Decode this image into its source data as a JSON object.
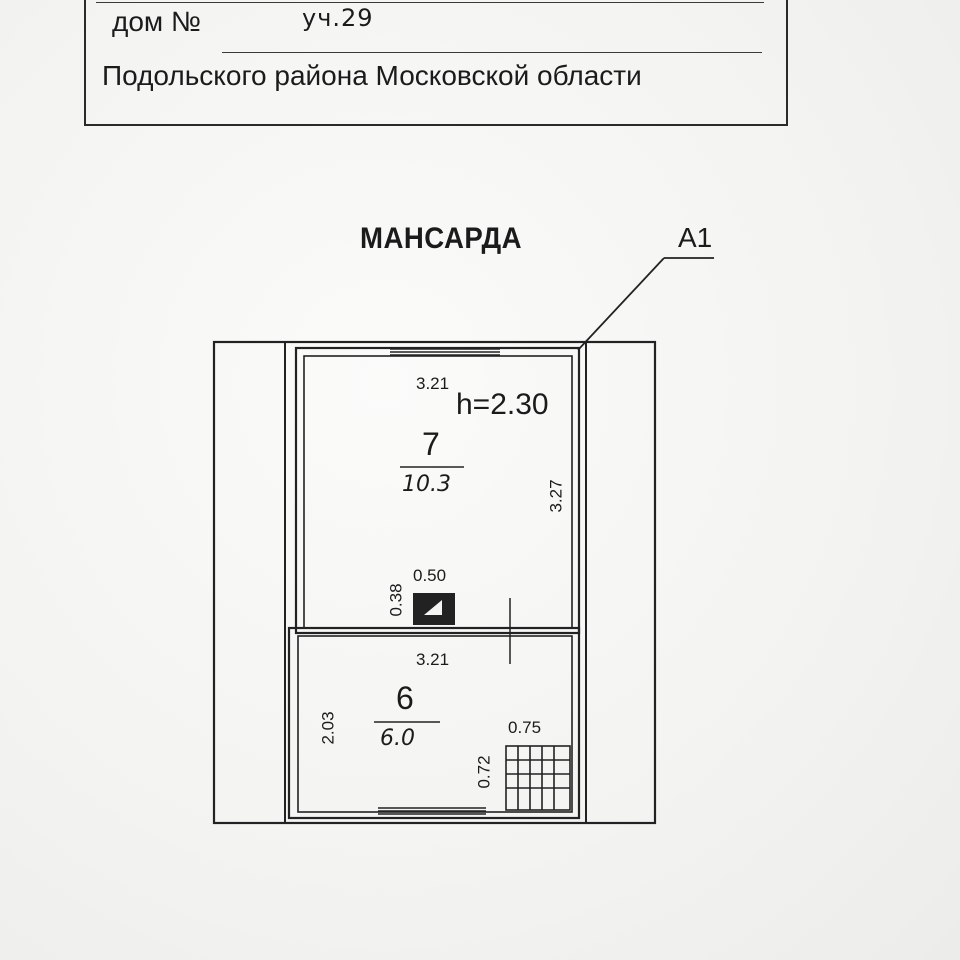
{
  "header": {
    "house_label": "дом №",
    "house_value": "уч.29",
    "district": "Подольского района Московской области"
  },
  "plan": {
    "title": "МАНСАРДА",
    "section_mark": "А1",
    "room7": {
      "number": "7",
      "area": "10.3",
      "width": "3.21",
      "length": "3.27",
      "height": "h=2.30"
    },
    "chimney": {
      "width": "0.50",
      "depth": "0.38"
    },
    "room6": {
      "number": "6",
      "area": "6.0",
      "width": "3.21",
      "length": "2.03"
    },
    "stair": {
      "width": "0.75",
      "depth": "0.72"
    }
  },
  "colors": {
    "ink": "#1b1b1b",
    "paper": "#f4f4f2"
  }
}
